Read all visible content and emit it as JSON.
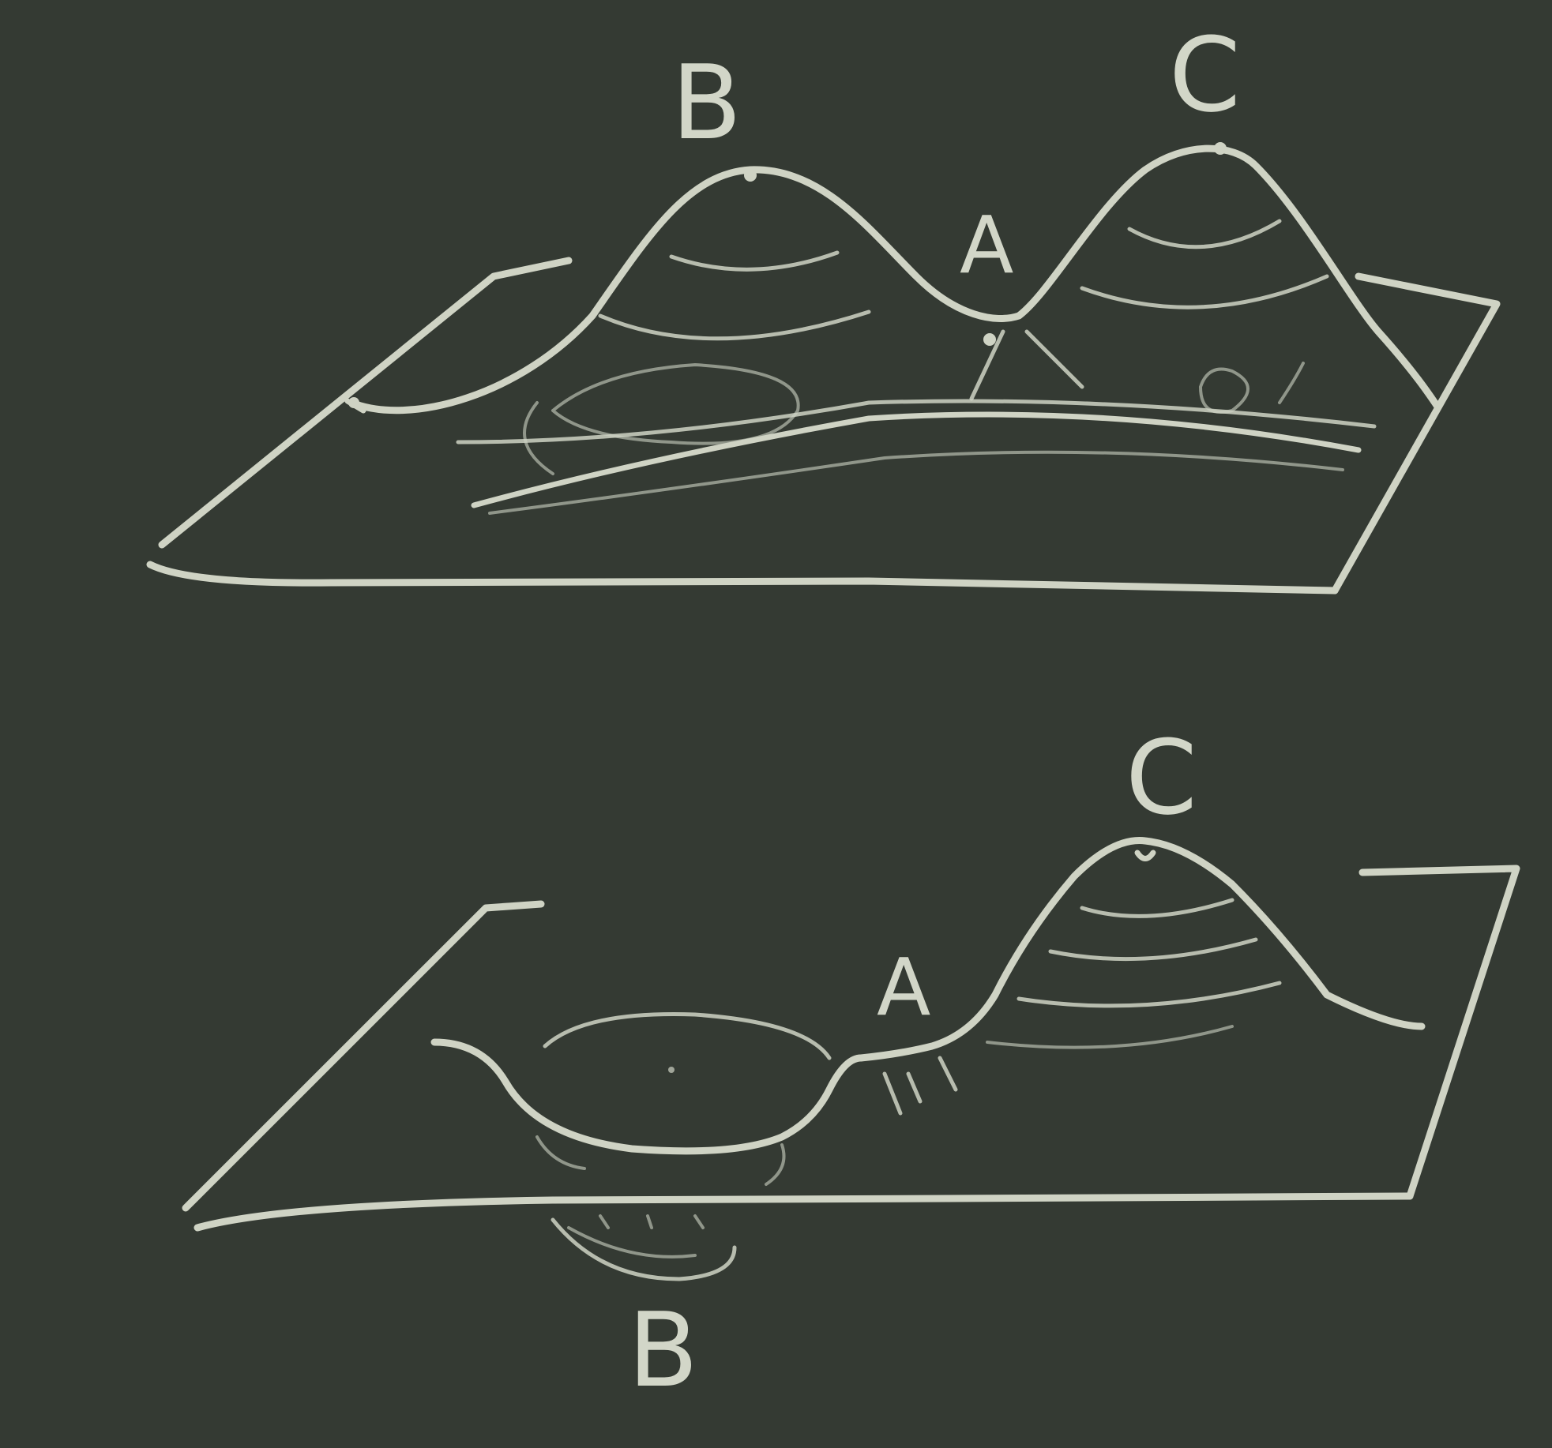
{
  "diagrams": [
    {
      "labels": {
        "peak_left": "B",
        "peak_right": "C",
        "saddle": "A"
      }
    },
    {
      "labels": {
        "peak_right": "C",
        "saddle": "A",
        "pit": "B"
      }
    }
  ],
  "colors": {
    "board": "#343a33",
    "chalk": "#cfd3c4"
  }
}
